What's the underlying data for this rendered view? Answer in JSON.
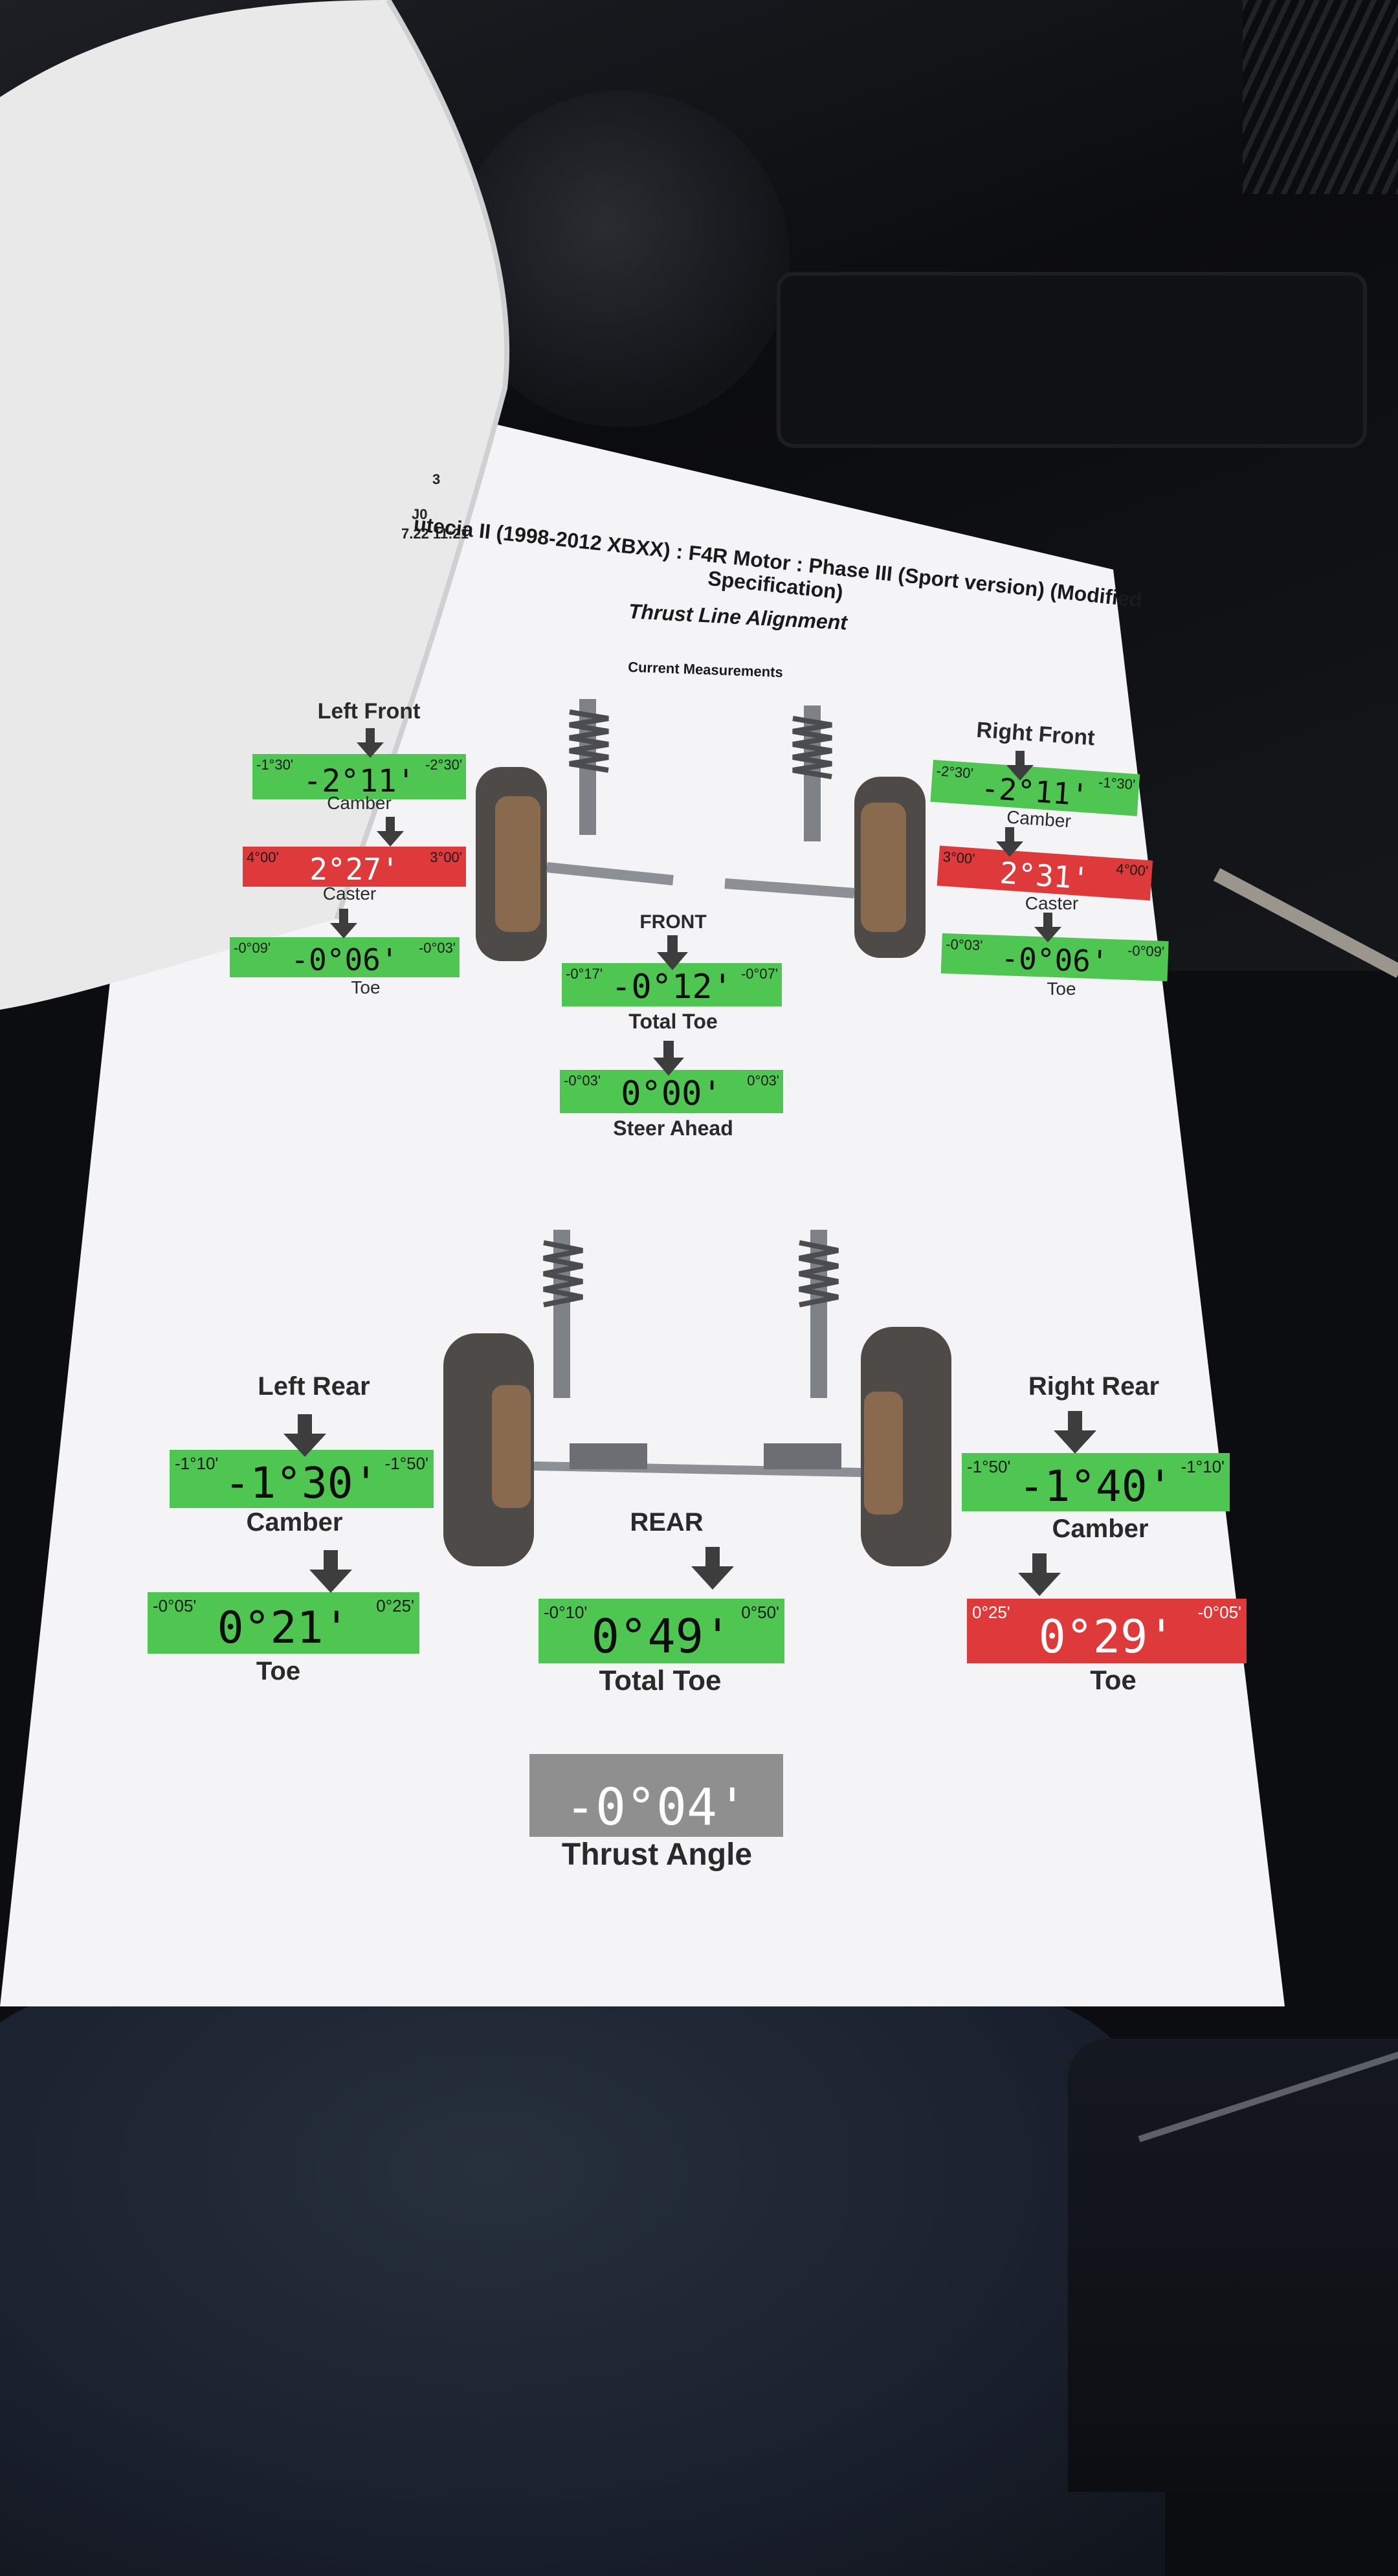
{
  "document": {
    "header_lines": [
      "3",
      "J0",
      "7.22 11:21"
    ],
    "vehicle_title": "utecia II (1998-2012 XBXX) : F4R Motor : Phase III (Sport version) (Modified Specification)",
    "subtitle": "Thrust Line Alignment",
    "section_label": "Current Measurements"
  },
  "front": {
    "section_label": "FRONT",
    "left_title": "Left Front",
    "right_title": "Right Front",
    "left_camber": {
      "label": "Camber",
      "value": "-2°11'",
      "min": "-1°30'",
      "max": "-2°30'",
      "status": "in-spec"
    },
    "left_caster": {
      "label": "Caster",
      "value": "2°27'",
      "min": "4°00'",
      "max": "3°00'",
      "status": "out-of-spec"
    },
    "left_toe": {
      "label": "Toe",
      "value": "-0°06'",
      "min": "-0°09'",
      "max": "-0°03'",
      "status": "in-spec"
    },
    "right_camber": {
      "label": "Camber",
      "value": "-2°11'",
      "min": "-2°30'",
      "max": "-1°30'",
      "status": "in-spec"
    },
    "right_caster": {
      "label": "Caster",
      "value": "2°31'",
      "min": "3°00'",
      "max": "4°00'",
      "status": "out-of-spec"
    },
    "right_toe": {
      "label": "Toe",
      "value": "-0°06'",
      "min": "-0°03'",
      "max": "-0°09'",
      "status": "in-spec"
    },
    "total_toe": {
      "label": "Total Toe",
      "value": "-0°12'",
      "min": "-0°17'",
      "max": "-0°07'",
      "status": "in-spec"
    },
    "steer_ahead": {
      "label": "Steer Ahead",
      "value": "0°00'",
      "min": "-0°03'",
      "max": "0°03'",
      "status": "in-spec"
    }
  },
  "rear": {
    "section_label": "REAR",
    "left_title": "Left Rear",
    "right_title": "Right Rear",
    "left_camber": {
      "label": "Camber",
      "value": "-1°30'",
      "min": "-1°10'",
      "max": "-1°50'",
      "status": "in-spec"
    },
    "left_toe": {
      "label": "Toe",
      "value": "0°21'",
      "min": "-0°05'",
      "max": "0°25'",
      "status": "in-spec"
    },
    "right_camber": {
      "label": "Camber",
      "value": "-1°40'",
      "min": "-1°50'",
      "max": "-1°10'",
      "status": "in-spec"
    },
    "right_toe": {
      "label": "Toe",
      "value": "0°29'",
      "min": "0°25'",
      "max": "-0°05'",
      "status": "out-of-spec"
    },
    "total_toe": {
      "label": "Total Toe",
      "value": "0°49'",
      "min": "-0°10'",
      "max": "0°50'",
      "status": "in-spec"
    },
    "thrust_angle": {
      "label": "Thrust Angle",
      "value": "-0°04'",
      "min": "",
      "max": "",
      "status": "no-spec"
    }
  },
  "colors": {
    "in_spec": "#4fc552",
    "out_of_spec": "#de3a3c",
    "no_spec": "#8f8f8f",
    "paper": "#f4f4f6"
  }
}
